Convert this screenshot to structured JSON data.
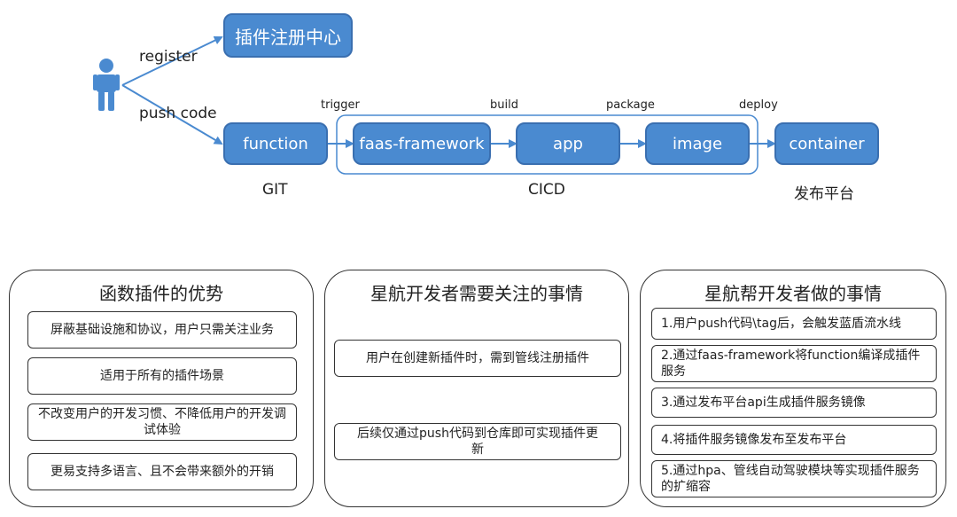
{
  "diagram": {
    "registry_box": "插件注册中心",
    "register_label": "register",
    "push_code_label": "push code",
    "nodes": {
      "function": "function",
      "faas_framework": "faas-framework",
      "app": "app",
      "image": "image",
      "container": "container"
    },
    "edge_labels": {
      "trigger": "trigger",
      "build": "build",
      "package": "package",
      "deploy": "deploy"
    },
    "group_labels": {
      "git": "GIT",
      "cicd": "CICD",
      "platform": "发布平台"
    },
    "colors": {
      "node_fill": "#4a8ad0",
      "node_border": "#3a6fb0",
      "arrow": "#4a8ad0",
      "person": "#4a8ad0"
    }
  },
  "panels": {
    "advantages": {
      "title": "函数插件的优势",
      "items": [
        "屏蔽基础设施和协议，用户只需关注业务",
        "适用于所有的插件场景",
        "不改变用户的开发习惯、不降低用户的开发调试体验",
        "更易支持多语言、且不会带来额外的开销"
      ]
    },
    "developer_concerns": {
      "title": "星航开发者需要关注的事情",
      "items": [
        "用户在创建新插件时，需到管线注册插件",
        "后续仅通过push代码到仓库即可实现插件更新"
      ]
    },
    "platform_does": {
      "title": "星航帮开发者做的事情",
      "items": [
        "1.用户push代码\\tag后，会触发蓝盾流水线",
        "2.通过faas-framework将function编译成插件服务",
        "3.通过发布平台api生成插件服务镜像",
        "4.将插件服务镜像发布至发布平台",
        "5.通过hpa、管线自动驾驶模块等实现插件服务的扩缩容"
      ]
    }
  }
}
